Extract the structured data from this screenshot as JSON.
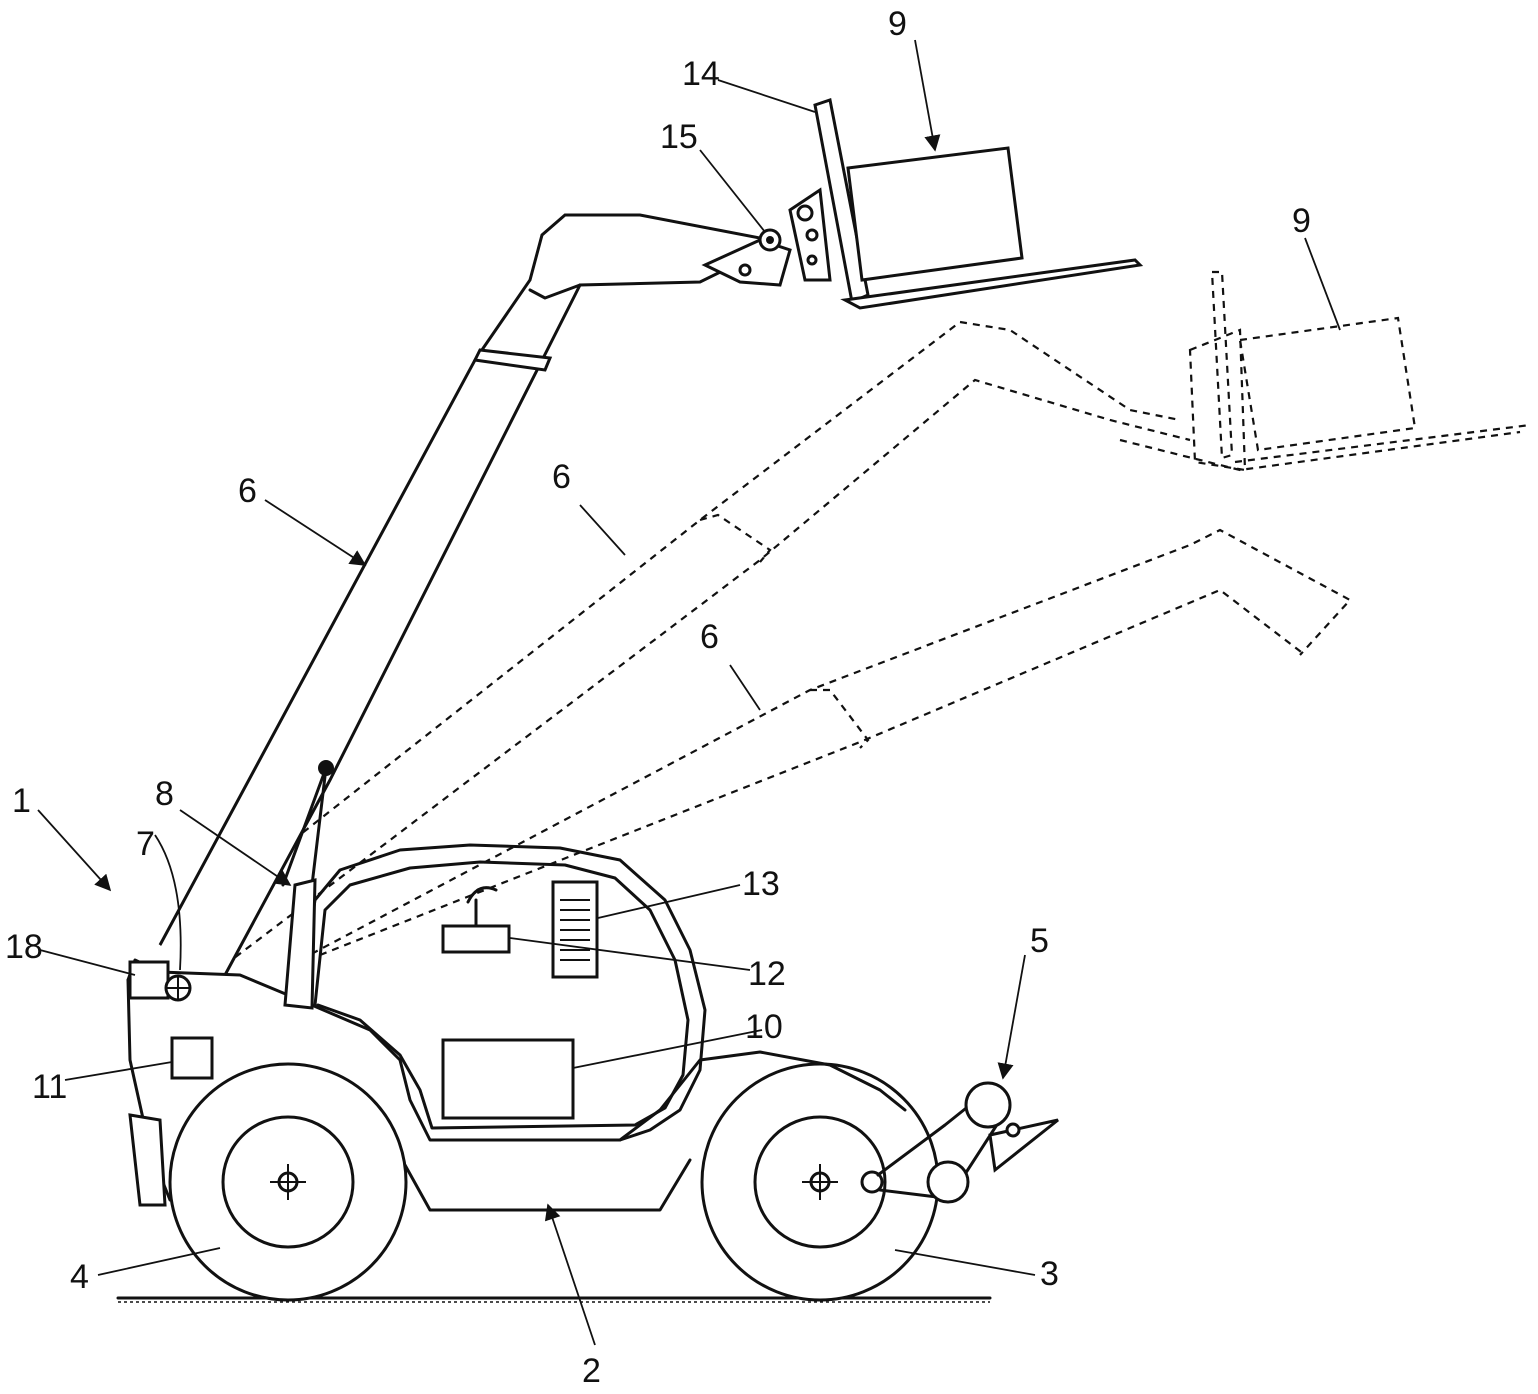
{
  "labels": {
    "l1": "1",
    "l2": "2",
    "l3": "3",
    "l4": "4",
    "l5": "5",
    "l6a": "6",
    "l6b": "6",
    "l6c": "6",
    "l7": "7",
    "l8": "8",
    "l9a": "9",
    "l9b": "9",
    "l10": "10",
    "l11": "11",
    "l12": "12",
    "l13": "13",
    "l14": "14",
    "l15": "15",
    "l18": "18"
  }
}
